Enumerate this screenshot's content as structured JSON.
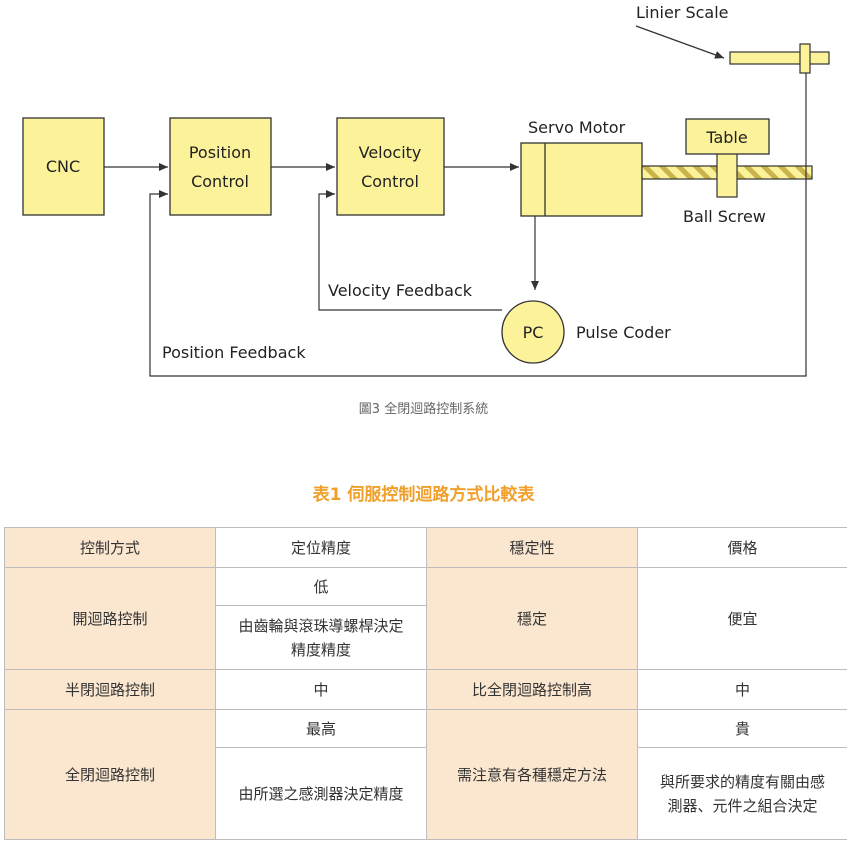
{
  "diagram": {
    "blocks": {
      "cnc": "CNC",
      "position_control": [
        "Position",
        "Control"
      ],
      "velocity_control": [
        "Velocity",
        "Control"
      ],
      "table": "Table",
      "pc": "PC"
    },
    "labels": {
      "linier_scale": "Linier Scale",
      "servo_motor": "Servo Motor",
      "ball_screw": "Ball Screw",
      "velocity_feedback": "Velocity Feedback",
      "pulse_coder": "Pulse Coder",
      "position_feedback": "Position Feedback"
    },
    "colors": {
      "block_fill": "#fbf29a",
      "block_stroke": "#333333"
    }
  },
  "caption": "圖3  全閉迴路控制系統",
  "table": {
    "title": "表1  伺服控制迴路方式比較表",
    "headers": [
      "控制方式",
      "定位精度",
      "穩定性",
      "價格"
    ],
    "rows": {
      "open": {
        "method": "開迴路控制",
        "precision_1": "低",
        "precision_2": "由齒輪與滾珠導螺桿決定精度精度",
        "stability": "穩定",
        "price": "便宜"
      },
      "semi": {
        "method": "半閉迴路控制",
        "precision": "中",
        "stability": "比全閉迴路控制高",
        "price": "中"
      },
      "full": {
        "method": "全閉迴路控制",
        "precision_1": "最高",
        "precision_2": "由所選之感測器決定精度",
        "stability": "需注意有各種穩定方法",
        "price_1": "貴",
        "price_2": "與所要求的精度有關由感測器、元件之組合決定"
      }
    },
    "colors": {
      "highlight": "#fbe6cf",
      "title": "#f0a02a",
      "border": "#bdbdbd"
    }
  }
}
